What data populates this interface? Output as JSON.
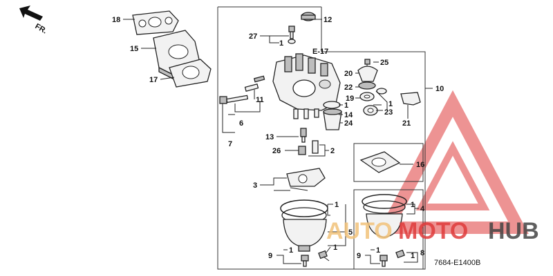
{
  "diagram": {
    "direction_label": "FR.",
    "ref_label": "E-17",
    "code": "7684-E1400B",
    "watermark": {
      "part1": "AUTO",
      "part2": "MOTO",
      "part3": "HUB",
      "color_auto": "#f2c27a",
      "color_moto": "#e03c3c",
      "color_hub": "#444444"
    },
    "callouts": {
      "c18": "18",
      "c15": "15",
      "c17": "17",
      "c12": "12",
      "c27": "27",
      "c1a": "1",
      "c25": "25",
      "c20": "20",
      "c22": "22",
      "c19": "19",
      "c1b": "1",
      "c1c": "1",
      "c23": "23",
      "c14": "14",
      "c24": "24",
      "c10": "10",
      "c21": "21",
      "c11": "11",
      "c6": "6",
      "c7": "7",
      "c13": "13",
      "c26": "26",
      "c2": "2",
      "c16": "16",
      "c3": "3",
      "c1d": "1",
      "c5": "5",
      "c1e": "1",
      "c4": "4",
      "c9a": "9",
      "c1f": "1",
      "c1g": "1",
      "c9b": "9",
      "c1h": "1",
      "c1i": "1",
      "c8": "8"
    }
  }
}
